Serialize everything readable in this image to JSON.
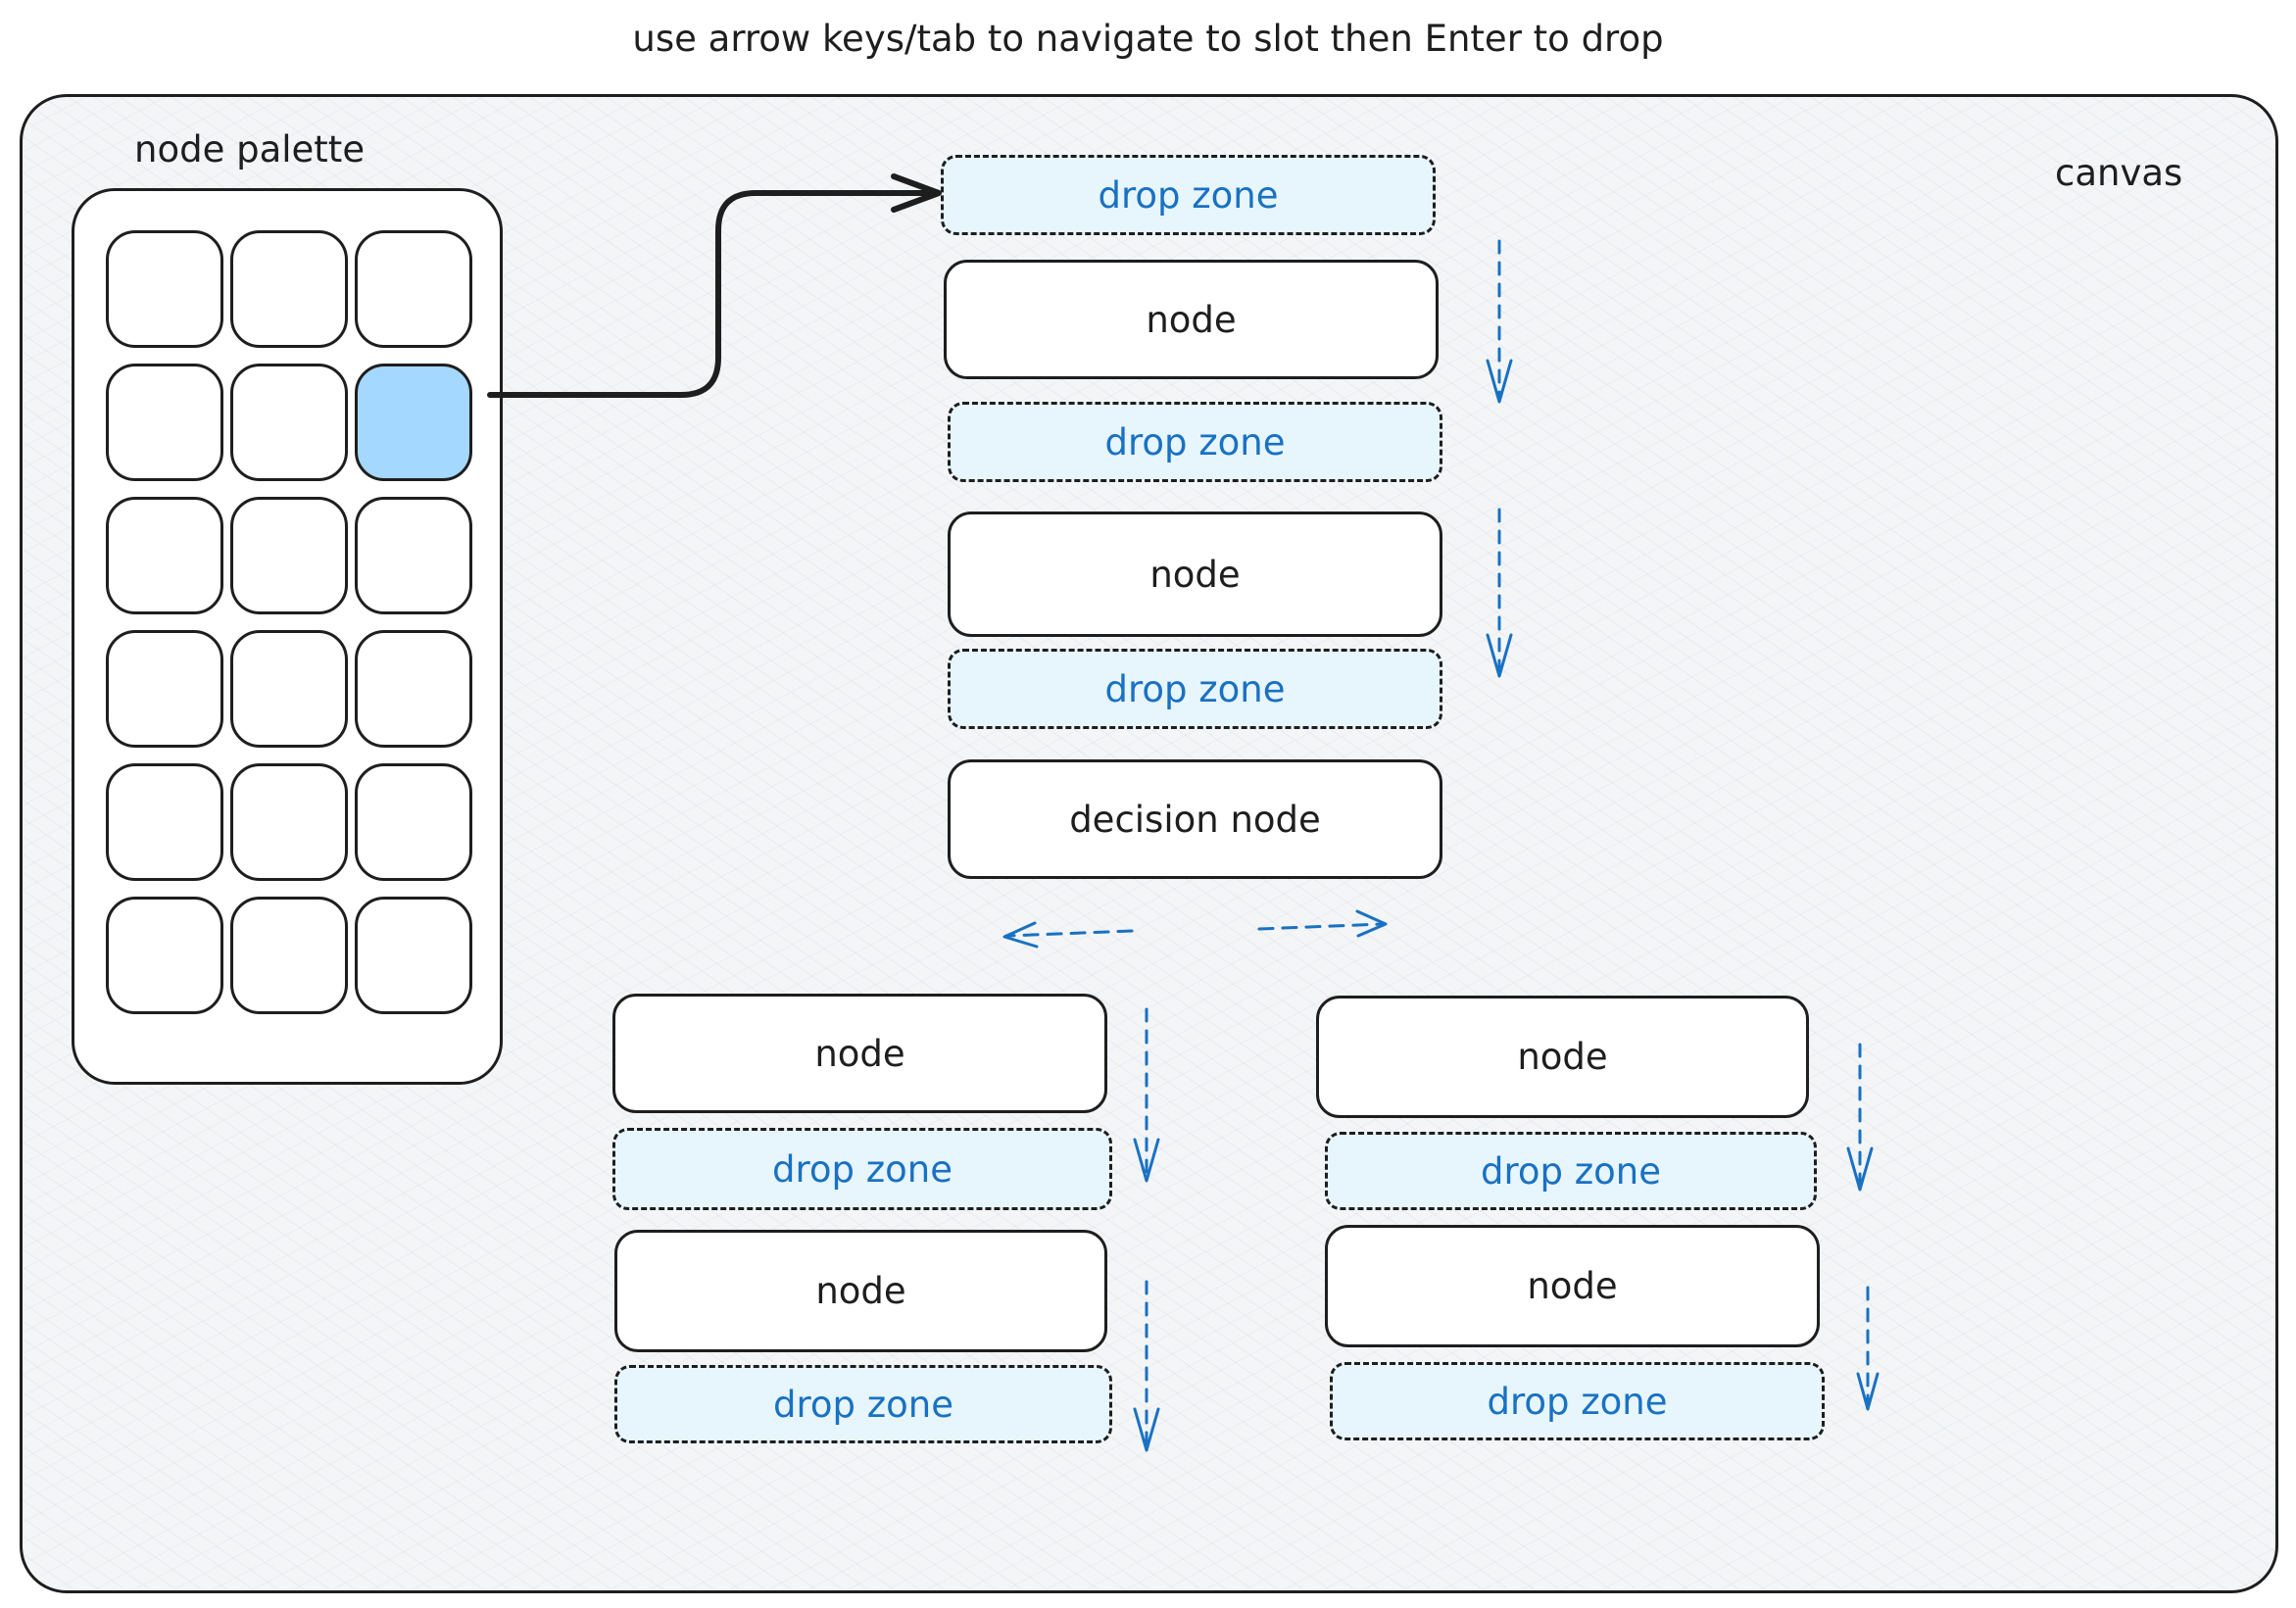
{
  "instruction": "use arrow keys/tab to navigate to slot then Enter to drop",
  "canvas": {
    "label": "canvas"
  },
  "palette": {
    "label": "node palette",
    "rows": 6,
    "columns": 3,
    "selected_slot": {
      "row": 2,
      "column": 3
    }
  },
  "flow": {
    "top_drop_zone": "drop zone",
    "main": [
      {
        "node": "node",
        "drop_zone": "drop zone"
      },
      {
        "node": "node",
        "drop_zone": "drop zone"
      }
    ],
    "decision_node": "decision node",
    "left_branch": [
      {
        "node": "node",
        "drop_zone": "drop zone"
      },
      {
        "node": "node",
        "drop_zone": "drop zone"
      }
    ],
    "right_branch": [
      {
        "node": "node",
        "drop_zone": "drop zone"
      },
      {
        "node": "node",
        "drop_zone": "drop zone"
      }
    ]
  },
  "colors": {
    "stroke": "#1e1e1e",
    "drop_zone_fill": "#e7f5fd",
    "drop_zone_text": "#1971c2",
    "selected_slot_fill": "#a5d8ff",
    "guide_arrow": "#1971c2"
  }
}
